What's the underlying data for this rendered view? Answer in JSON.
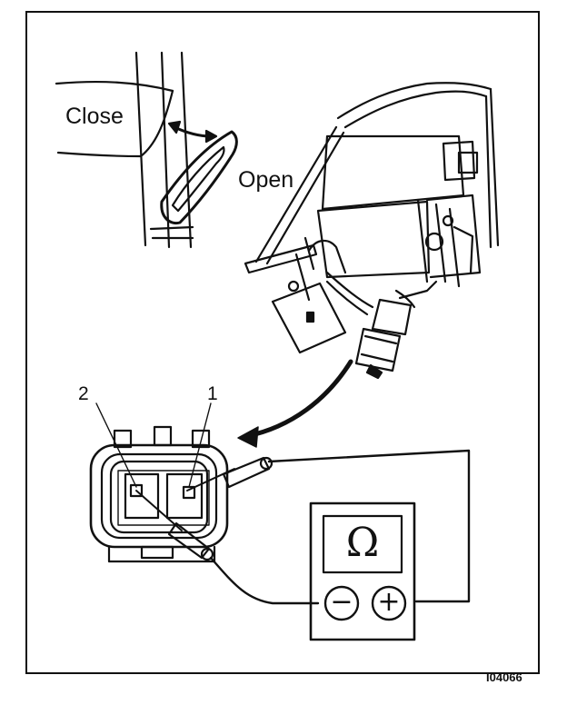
{
  "labels": {
    "close": "Close",
    "open": "Open",
    "pin_2": "2",
    "pin_1": "1",
    "figure_code": "I04066"
  },
  "meter": {
    "unit_symbol": "Ω",
    "negative_symbol": "−",
    "positive_symbol": "+"
  },
  "icons": {
    "door-handle": "door-handle-icon",
    "door-lock-assembly": "door-lock-assembly-icon",
    "connector": "connector-icon",
    "ohmmeter": "ohmmeter-icon"
  },
  "colors": {
    "ink": "#111111",
    "paper": "#ffffff"
  }
}
